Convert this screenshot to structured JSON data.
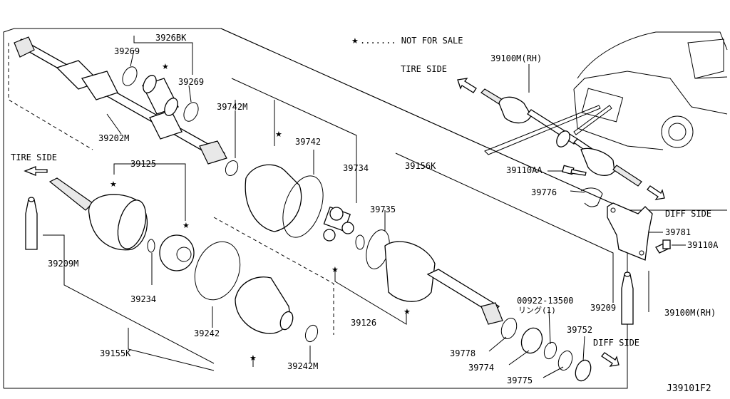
{
  "legend": {
    "mark": "★",
    "text": "....... NOT FOR SALE"
  },
  "directions": {
    "tire_side_left": "TIRE SIDE",
    "tire_side_right": "TIRE SIDE",
    "diff_side_top": "DIFF SIDE",
    "diff_side_bottom": "DIFF SIDE"
  },
  "labels": {
    "p39269_a": "39269",
    "p3926bk": "3926BK",
    "p39269_b": "39269",
    "p39202m": "39202M",
    "p39742m": "39742M",
    "p39742": "39742",
    "p39734": "39734",
    "p39156k": "39156K",
    "p39735": "39735",
    "p39125": "39125",
    "p39209m": "39209M",
    "p39234": "39234",
    "p39242": "39242",
    "p39155k": "39155K",
    "p39242m": "39242M",
    "p39126": "39126",
    "p39778": "39778",
    "p39774": "39774",
    "p39775": "39775",
    "p00922": "00922-13500",
    "p00922_sub": "リング(1)",
    "p39752": "39752",
    "p39209": "39209",
    "p39100m_rh_top": "39100M(RH)",
    "p39100m_rh_bottom": "39100M(RH)",
    "p39110aa": "39110AA",
    "p39776": "39776",
    "p39781": "39781",
    "p39110a": "39110A"
  },
  "diagram_id": "J39101F2"
}
